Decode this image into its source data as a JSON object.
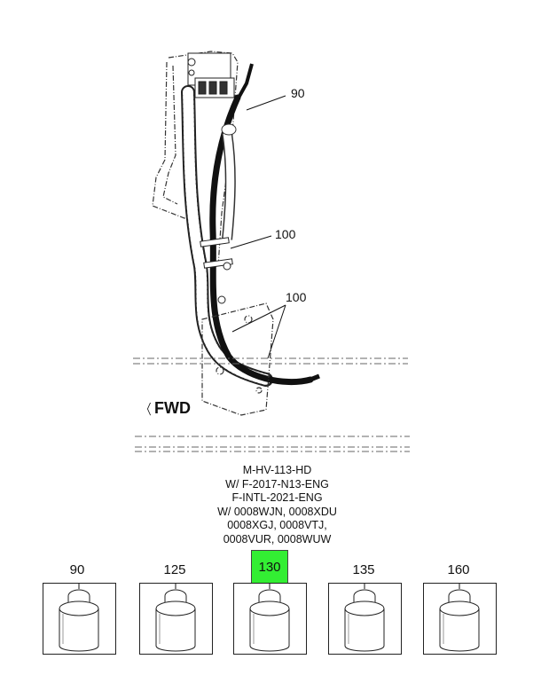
{
  "callouts": {
    "c90": "90",
    "c100a": "100",
    "c100b": "100"
  },
  "fwd_label": "FWD",
  "model_lines": [
    "M-HV-113-HD",
    "W/ F-2017-N13-ENG",
    "F-INTL-2021-ENG",
    "W/ 0008WJN, 0008XDU",
    "0008XGJ, 0008VTJ,",
    "0008VUR, 0008WUW"
  ],
  "thumbnails": [
    {
      "label": "90",
      "selected": false
    },
    {
      "label": "125",
      "selected": false
    },
    {
      "label": "130",
      "selected": true
    },
    {
      "label": "135",
      "selected": false
    },
    {
      "label": "160",
      "selected": false
    }
  ],
  "selected_color": "#33ee33",
  "fwd_icon": "arrow-left-icon"
}
